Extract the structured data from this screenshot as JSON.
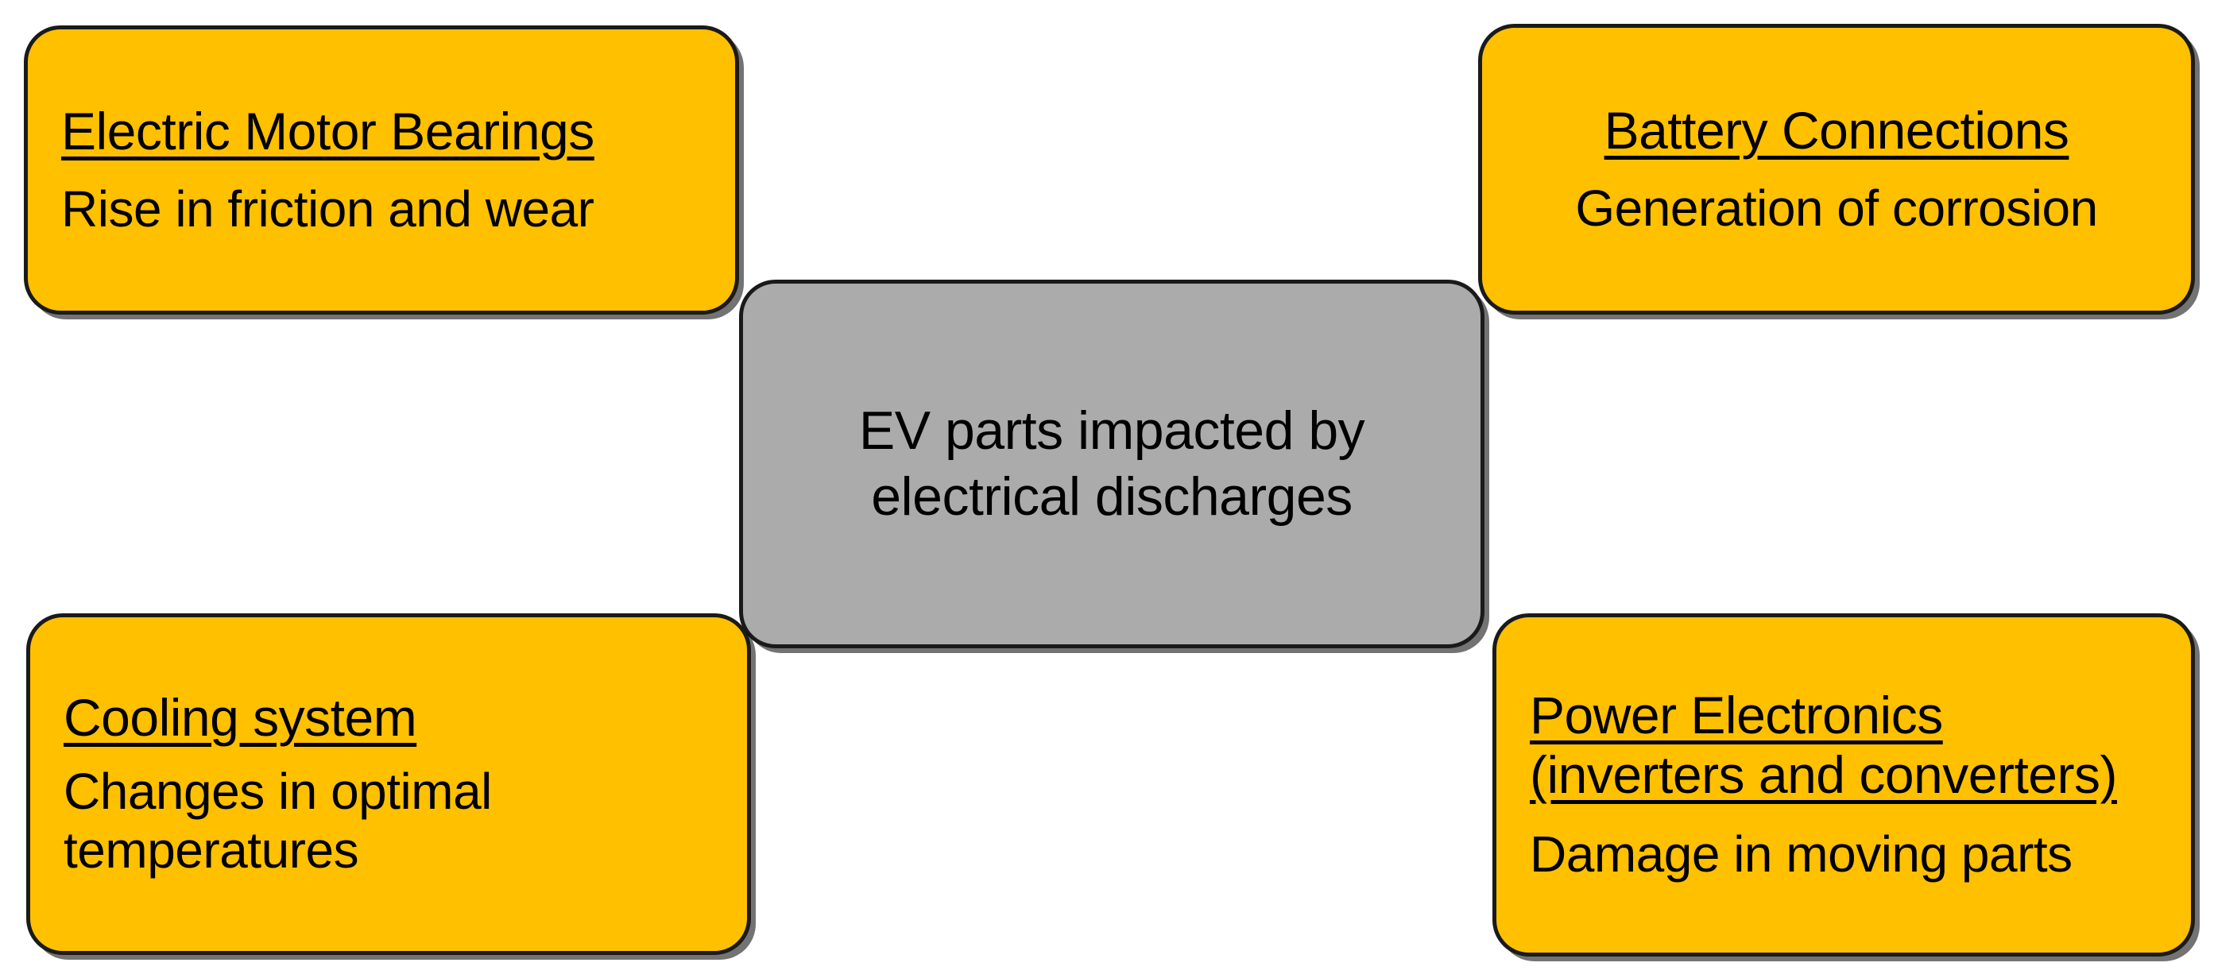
{
  "diagram": {
    "type": "center-node-map",
    "center": {
      "label": "EV parts impacted by\nelectrical discharges",
      "fill_color": "#ABABAB",
      "border_color": "#1A1A1A"
    },
    "leaf_fill_color": "#FFC000",
    "leaf_border_color": "#1A1A1A",
    "nodes": [
      {
        "id": "electric-motor-bearings",
        "position": "top-left",
        "title": "Electric Motor Bearings",
        "description": "Rise in friction and wear"
      },
      {
        "id": "battery-connections",
        "position": "top-right",
        "title": "Battery Connections",
        "description": "Generation of corrosion"
      },
      {
        "id": "cooling-system",
        "position": "bottom-left",
        "title": "Cooling system",
        "description": "Changes in optimal\ntemperatures"
      },
      {
        "id": "power-electronics",
        "position": "bottom-right",
        "title": "Power Electronics\n(inverters and converters)",
        "description": "Damage in moving parts"
      }
    ]
  }
}
